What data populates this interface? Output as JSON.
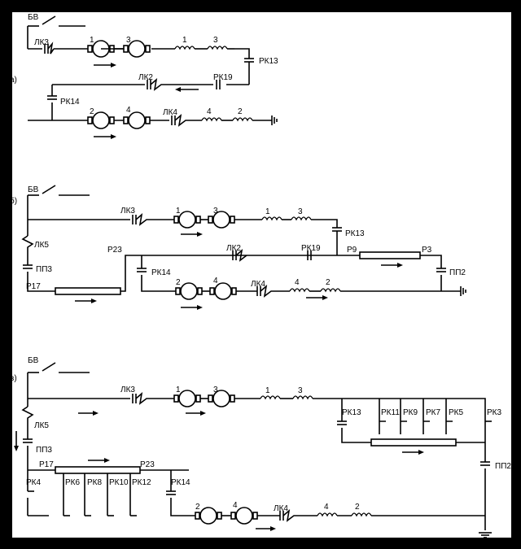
{
  "sections": {
    "a": {
      "label": "а)",
      "breaker": "БВ",
      "line_contactors": [
        "ЛК3",
        "ЛК2",
        "ЛК4"
      ],
      "motors": [
        "1",
        "3",
        "2",
        "4"
      ],
      "field_windings": [
        "1",
        "3",
        "4",
        "2"
      ],
      "reverser_contacts": [
        "РК13",
        "РК14",
        "РК19"
      ]
    },
    "b": {
      "label": "б)",
      "breaker": "БВ",
      "line_contactors": [
        "ЛК3",
        "ЛК5",
        "ЛК2",
        "ЛК4"
      ],
      "transition_contacts": [
        "ПП3",
        "ПП2"
      ],
      "resistors": [
        "Р17",
        "Р23",
        "Р9",
        "Р3"
      ],
      "motors": [
        "1",
        "3",
        "2",
        "4"
      ],
      "field_windings": [
        "1",
        "3",
        "4",
        "2"
      ],
      "reverser_contacts": [
        "РК13",
        "РК14",
        "РК19"
      ]
    },
    "c": {
      "label": "в)",
      "breaker": "БВ",
      "line_contactors": [
        "ЛК3",
        "ЛК5",
        "ЛК4"
      ],
      "transition_contacts": [
        "ПП3",
        "ПП2"
      ],
      "resistors": [
        "Р17",
        "Р23"
      ],
      "motors": [
        "1",
        "3",
        "2",
        "4"
      ],
      "field_windings": [
        "1",
        "3",
        "4",
        "2"
      ],
      "rheostat_contacts_right": [
        "РК13",
        "РК11",
        "РК9",
        "РК7",
        "РК5",
        "РК3"
      ],
      "rheostat_contacts_left": [
        "РК4",
        "РК6",
        "РК8",
        "РК10",
        "РК12",
        "РК14"
      ]
    }
  }
}
